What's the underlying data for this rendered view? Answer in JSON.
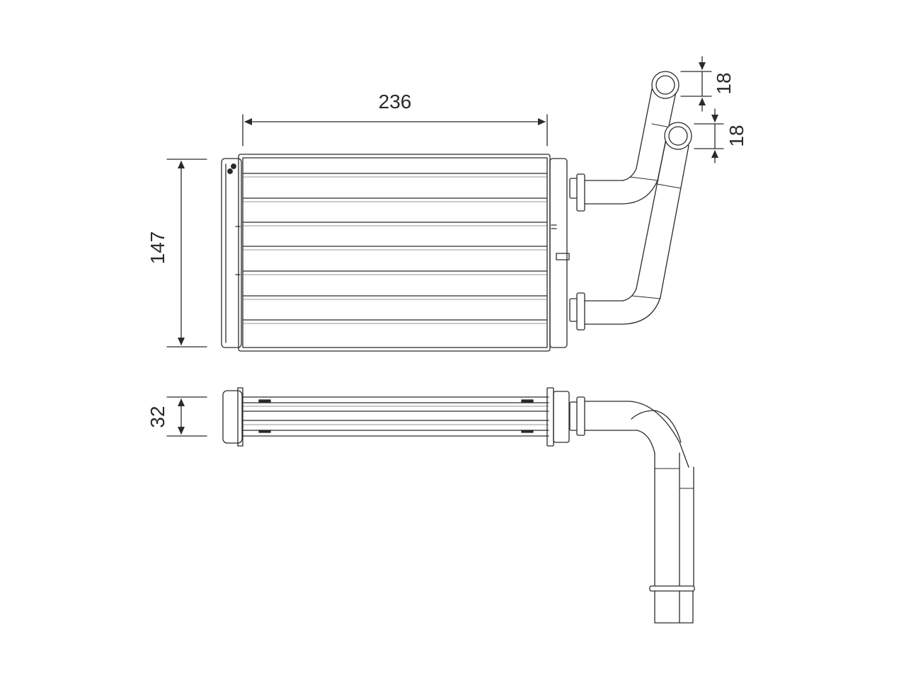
{
  "colors": {
    "line": "#2a2a2a",
    "tube_fill": "#ffffff",
    "background": "#ffffff"
  },
  "dimensions": {
    "core_width": "236",
    "core_height": "147",
    "core_depth": "32",
    "pipe_upper_diameter": "18",
    "pipe_lower_diameter": "18"
  }
}
